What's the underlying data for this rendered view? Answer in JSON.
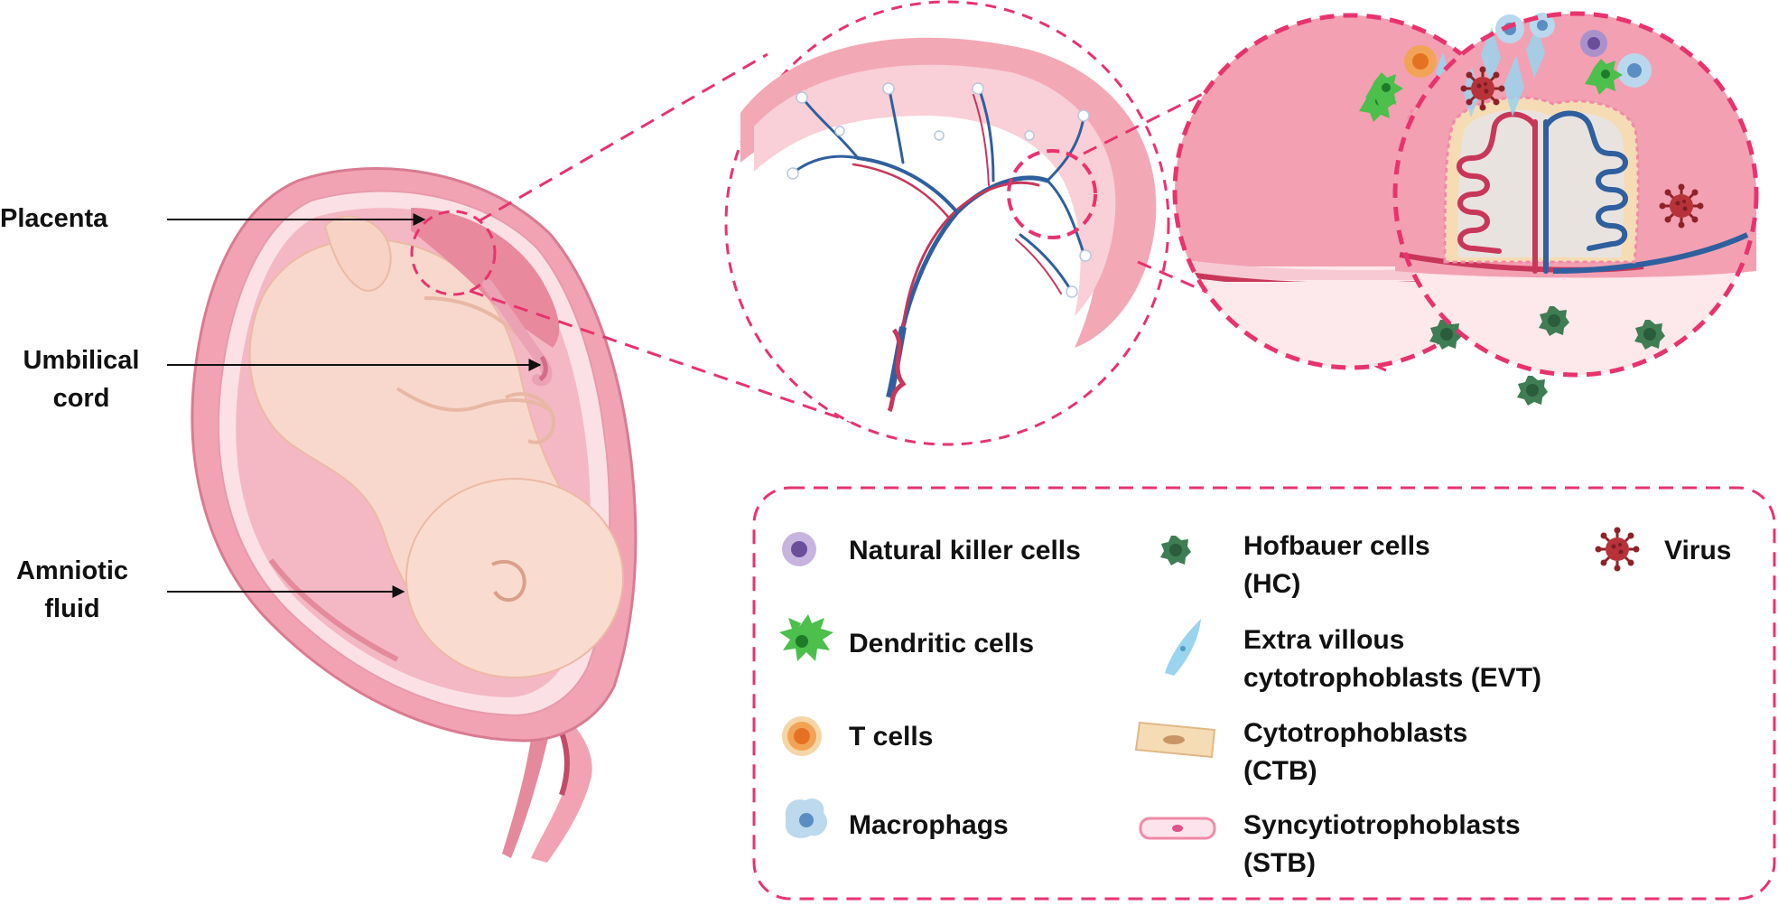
{
  "anatomy_labels": {
    "placenta": "Placenta",
    "umbilical_line1": "Umbilical",
    "umbilical_line2": "cord",
    "amniotic_line1": "Amniotic",
    "amniotic_line2": "fluid"
  },
  "legend": {
    "nk": "Natural killer cells",
    "dendritic": "Dendritic cells",
    "tcells": "T cells",
    "macro": "Macrophags",
    "hofbauer_line1": "Hofbauer cells",
    "hofbauer_line2": "(HC)",
    "evt_line1": "Extra villous",
    "evt_line2": "cytotrophoblasts (EVT)",
    "ctb_line1": "Cytotrophoblasts",
    "ctb_line2": "(CTB)",
    "stb_line1": "Syncytiotrophoblasts",
    "stb_line2": "(STB)",
    "virus": "Virus"
  },
  "colors": {
    "accent_dashed": "#e8336e",
    "uterus_pink": "#f2a3b3",
    "fetus_skin": "#f8d8cc",
    "artery_blue": "#2f5f9e",
    "vein_red": "#c8375a",
    "nk_purple": "#8a6fb5",
    "dendritic_green": "#4cbf4c",
    "tcell_orange": "#ec8a2e",
    "macro_blue": "#a9cde6",
    "hofbauer_green": "#3f7d54",
    "evt_lightblue": "#9ad4ef",
    "ctb_beige": "#f6dcb5",
    "stb_pink": "#f08aa8",
    "virus_red": "#b8323a"
  },
  "icons": [
    "nk-cell-icon",
    "dendritic-cell-icon",
    "t-cell-icon",
    "macrophage-icon",
    "hofbauer-cell-icon",
    "evt-cell-icon",
    "ctb-cell-icon",
    "stb-cell-icon",
    "virus-icon"
  ]
}
